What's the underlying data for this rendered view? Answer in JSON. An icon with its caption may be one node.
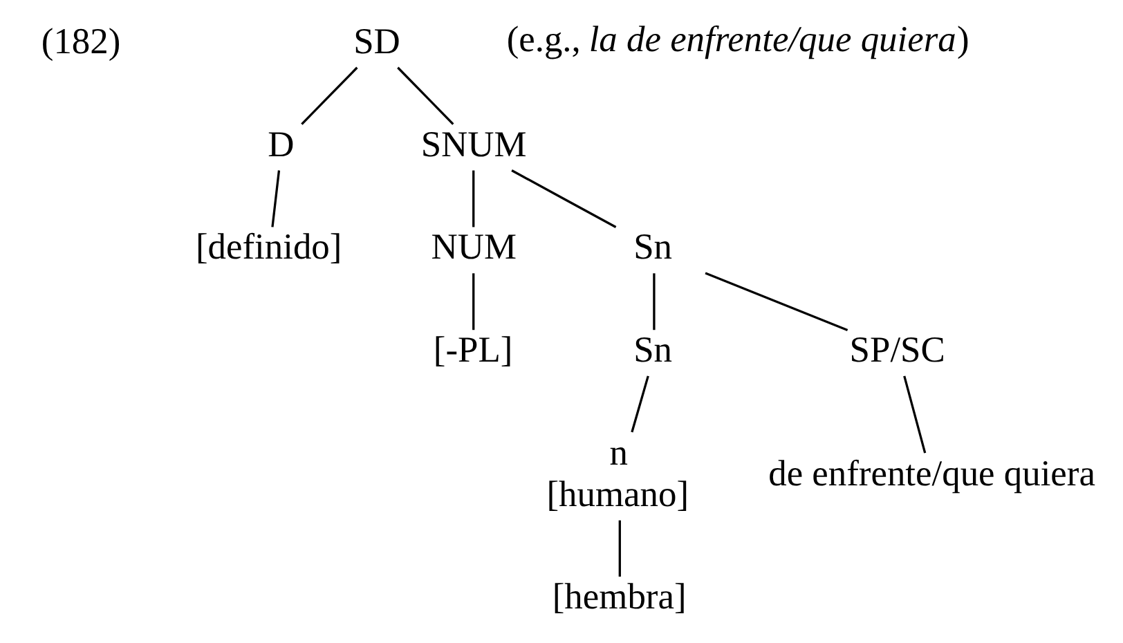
{
  "diagram": {
    "nodes": [
      {
        "text": [
          "SD"
        ],
        "beside": [
          "(e.g., *la de enfrente/que quiera*)"
        ]
      },
      {
        "text": [
          "D"
        ]
      },
      {
        "text": [
          "SNUM"
        ]
      },
      {
        "text": [
          "[definido]"
        ]
      },
      {
        "text": [
          "NUM"
        ]
      },
      {
        "text": [
          "Sn"
        ]
      },
      {
        "text": [
          "[-PL]"
        ]
      },
      {
        "text": [
          "Sn"
        ]
      },
      {
        "text": [
          "SP/SC"
        ]
      },
      {
        "text": [
          "n",
          "[humano]"
        ]
      },
      {
        "text": [
          "de enfrente/que quiera"
        ]
      },
      {
        "text": [
          "[hembra]"
        ]
      }
    ],
    "edges": [
      {
        "from": 0,
        "to": 1,
        "arrow": "none"
      },
      {
        "from": 0,
        "to": 2,
        "arrow": "none"
      },
      {
        "from": 1,
        "to": 3,
        "arrow": "none"
      },
      {
        "from": 2,
        "to": 4,
        "arrow": "none"
      },
      {
        "from": 2,
        "to": 5,
        "arrow": "none"
      },
      {
        "from": 4,
        "to": 6,
        "arrow": "none"
      },
      {
        "from": 5,
        "to": 7,
        "arrow": "none"
      },
      {
        "from": 5,
        "to": 8,
        "arrow": "none"
      },
      {
        "from": 7,
        "to": 9,
        "arrow": "none"
      },
      {
        "from": 8,
        "to": 10,
        "arrow": "none"
      },
      {
        "from": 9,
        "to": 11,
        "arrow": "none"
      }
    ],
    "labels": [
      "(182)"
    ]
  }
}
